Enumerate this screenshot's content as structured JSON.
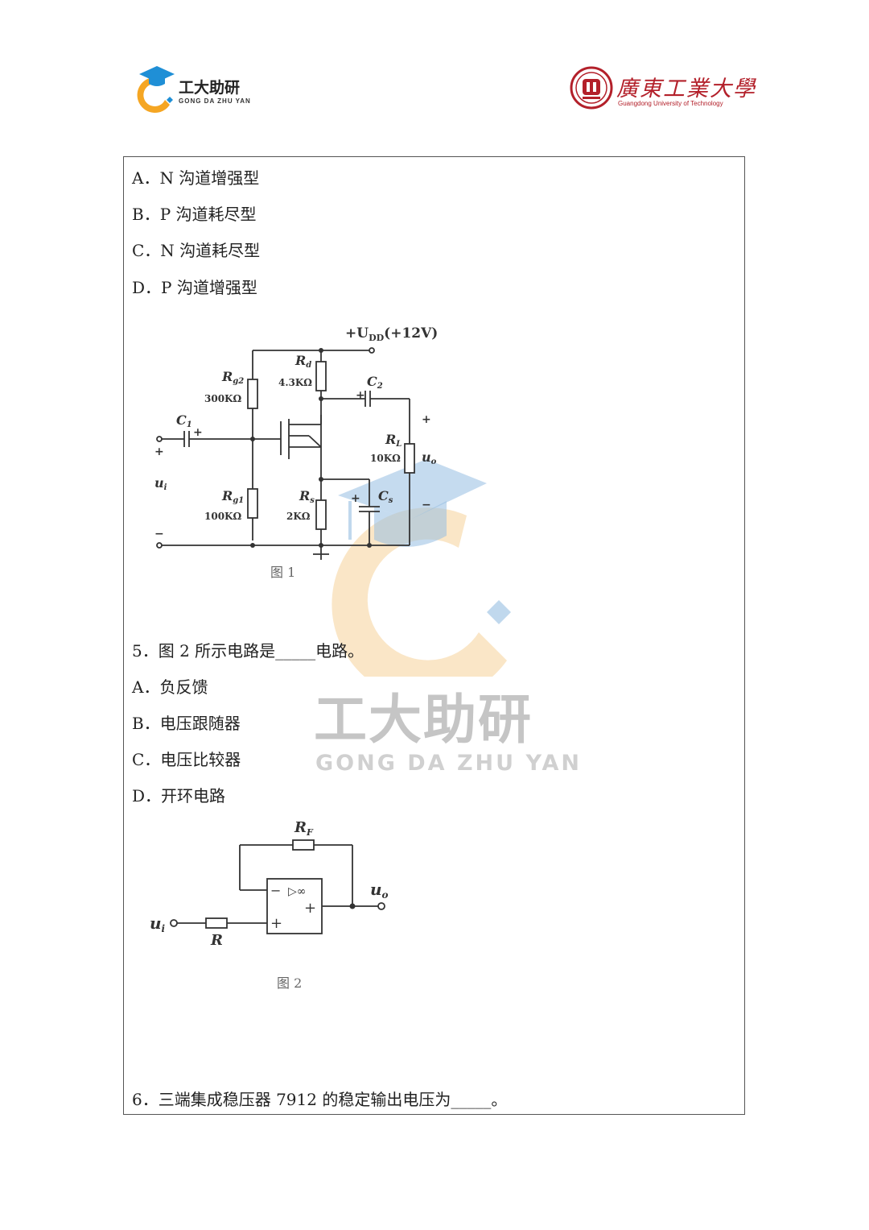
{
  "header": {
    "brand_title": "工大助研",
    "brand_subtitle": "GONG DA ZHU YAN",
    "university_name": "廣東工業大學",
    "university_en": "Guangdong University of Technology"
  },
  "question4": {
    "options": [
      "A．N 沟道增强型",
      "B．P 沟道耗尽型",
      "C．N 沟道耗尽型",
      "D．P 沟道增强型"
    ]
  },
  "figure1": {
    "caption": "图 1",
    "supply": "+U",
    "supply_sub": "DD",
    "supply_val": "(+12V)",
    "rg2": "R",
    "rg2_sub": "g2",
    "rg2_val": "300KΩ",
    "rd": "R",
    "rd_sub": "d",
    "rd_val": "4.3KΩ",
    "c2": "C",
    "c2_sub": "2",
    "c1": "C",
    "c1_sub": "1",
    "rl": "R",
    "rl_sub": "L",
    "rl_val": "10KΩ",
    "uo": "u",
    "uo_sub": "o",
    "ui": "u",
    "ui_sub": "i",
    "rg1": "R",
    "rg1_sub": "g1",
    "rg1_val": "100KΩ",
    "rs": "R",
    "rs_sub": "s",
    "rs_val": "2KΩ",
    "cs": "C",
    "cs_sub": "s",
    "plus": "+",
    "minus": "−"
  },
  "question5": {
    "stem": "5．图 2 所示电路是_____电路。",
    "options": [
      "A．负反馈",
      "B．电压跟随器",
      "C．电压比较器",
      "D．开环电路"
    ]
  },
  "figure2": {
    "caption": "图 2",
    "rf": "R",
    "rf_sub": "F",
    "r": "R",
    "ui": "u",
    "ui_sub": "i",
    "uo": "u",
    "uo_sub": "o",
    "opamp_minus": "−",
    "opamp_tri": "▷∞",
    "opamp_plus_out": "+",
    "opamp_plus_in": "+"
  },
  "question6": {
    "stem": "6．三端集成稳压器 7912 的稳定输出电压为_____。"
  },
  "watermark": {
    "title": "工大助研",
    "subtitle": "GONG DA ZHU YAN"
  },
  "colors": {
    "brand_blue": "#1f8fd6",
    "brand_orange": "#f5a623",
    "university_red": "#b3202a"
  }
}
